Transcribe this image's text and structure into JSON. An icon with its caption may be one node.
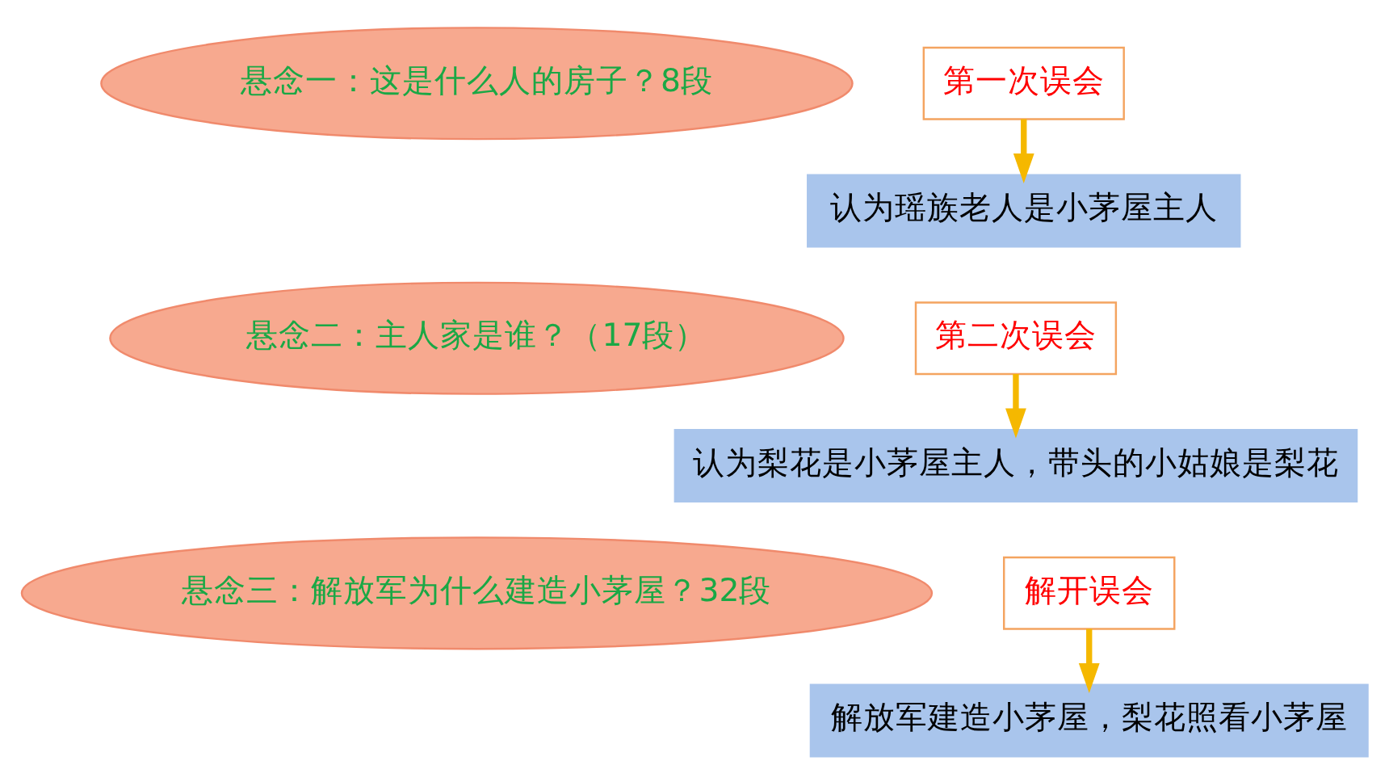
{
  "diagram": {
    "nodes": [
      {
        "text": [
          "悬念一：这是什么人的房子？8段"
        ]
      },
      {
        "text": [
          "第一次误会"
        ]
      },
      {
        "text": [
          "认为瑶族老人是小茅屋主人"
        ]
      },
      {
        "text": [
          "悬念二：主人家是谁？（17段）"
        ]
      },
      {
        "text": [
          "第二次误会"
        ]
      },
      {
        "text": [
          "认为梨花是小茅屋主人，带头的小姑娘是梨花"
        ]
      },
      {
        "text": [
          "悬念三：解放军为什么建造小茅屋？32段"
        ]
      },
      {
        "text": [
          "解开误会"
        ]
      },
      {
        "text": [
          "解放军建造小茅屋，梨花照看小茅屋"
        ]
      }
    ],
    "edges": [
      {
        "from": 1,
        "to": 2,
        "arrow": "to"
      },
      {
        "from": 4,
        "to": 5,
        "arrow": "to"
      },
      {
        "from": 7,
        "to": 8,
        "arrow": "to"
      }
    ]
  }
}
